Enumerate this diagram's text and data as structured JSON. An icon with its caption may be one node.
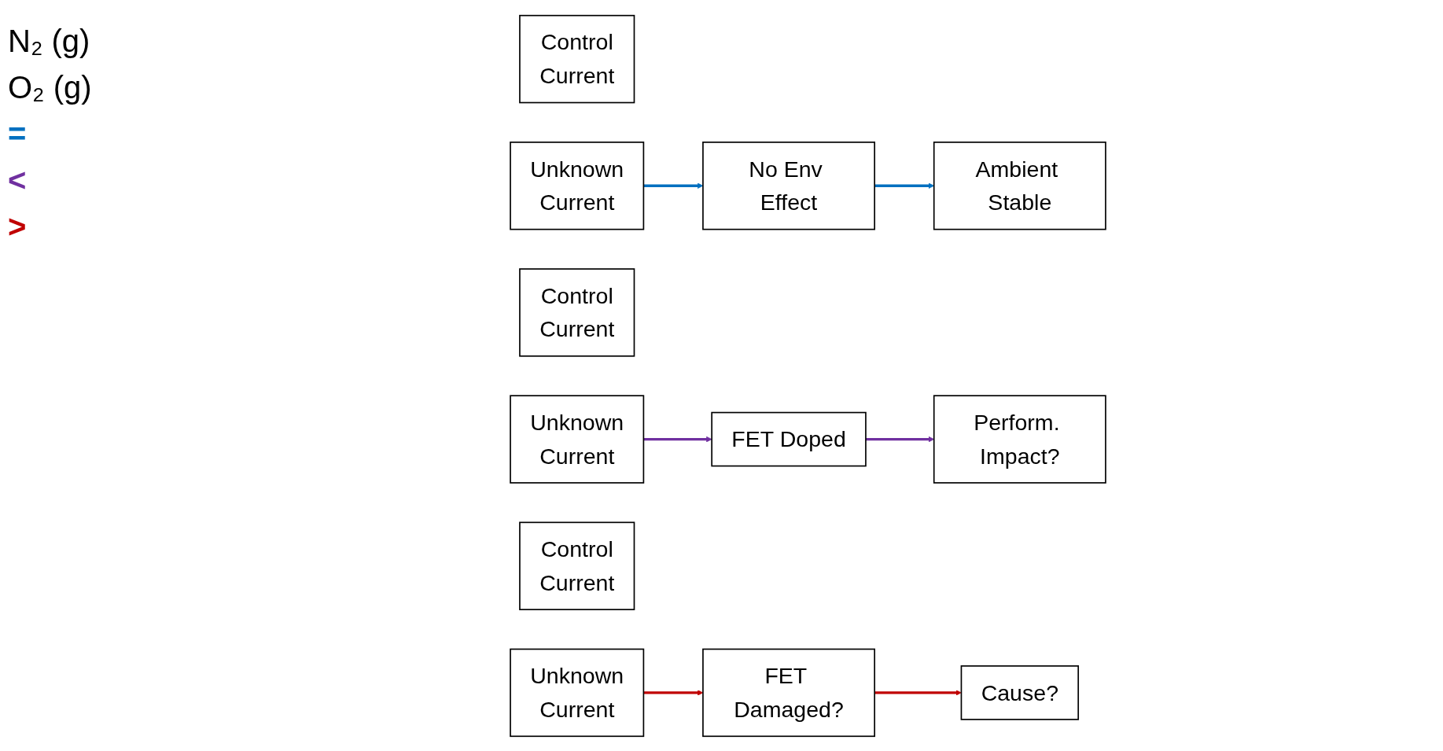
{
  "diagram": {
    "nodes": [
      {
        "text": [
          "Control",
          "Current"
        ]
      },
      {
        "text": [
          "Unknown",
          "Current"
        ]
      },
      {
        "text": [
          "No Env Effect"
        ]
      },
      {
        "text": [
          "Ambient Stable"
        ]
      },
      {
        "text": [
          "Control",
          "Current"
        ]
      },
      {
        "text": [
          "Unknown",
          "Current"
        ]
      },
      {
        "text": [
          "FET Doped"
        ]
      },
      {
        "text": [
          "Perform. Impact?"
        ]
      },
      {
        "text": [
          "Control",
          "Current"
        ]
      },
      {
        "text": [
          "Unknown",
          "Current"
        ]
      },
      {
        "text": [
          "FET Damaged?"
        ]
      },
      {
        "text": [
          "Cause?"
        ]
      }
    ],
    "edges": [
      {
        "from": 1,
        "to": 2,
        "arrow": "to",
        "color": "#0070c0"
      },
      {
        "from": 2,
        "to": 3,
        "arrow": "to",
        "color": "#0070c0"
      },
      {
        "from": 5,
        "to": 6,
        "arrow": "to",
        "color": "#7030a0"
      },
      {
        "from": 6,
        "to": 7,
        "arrow": "to",
        "color": "#7030a0"
      },
      {
        "from": 9,
        "to": 10,
        "arrow": "to",
        "color": "#c00000"
      },
      {
        "from": 10,
        "to": 11,
        "arrow": "to",
        "color": "#c00000"
      }
    ],
    "labels": [
      "N₂ (g)",
      "O₂ (g)",
      "=",
      "<",
      ">"
    ]
  }
}
